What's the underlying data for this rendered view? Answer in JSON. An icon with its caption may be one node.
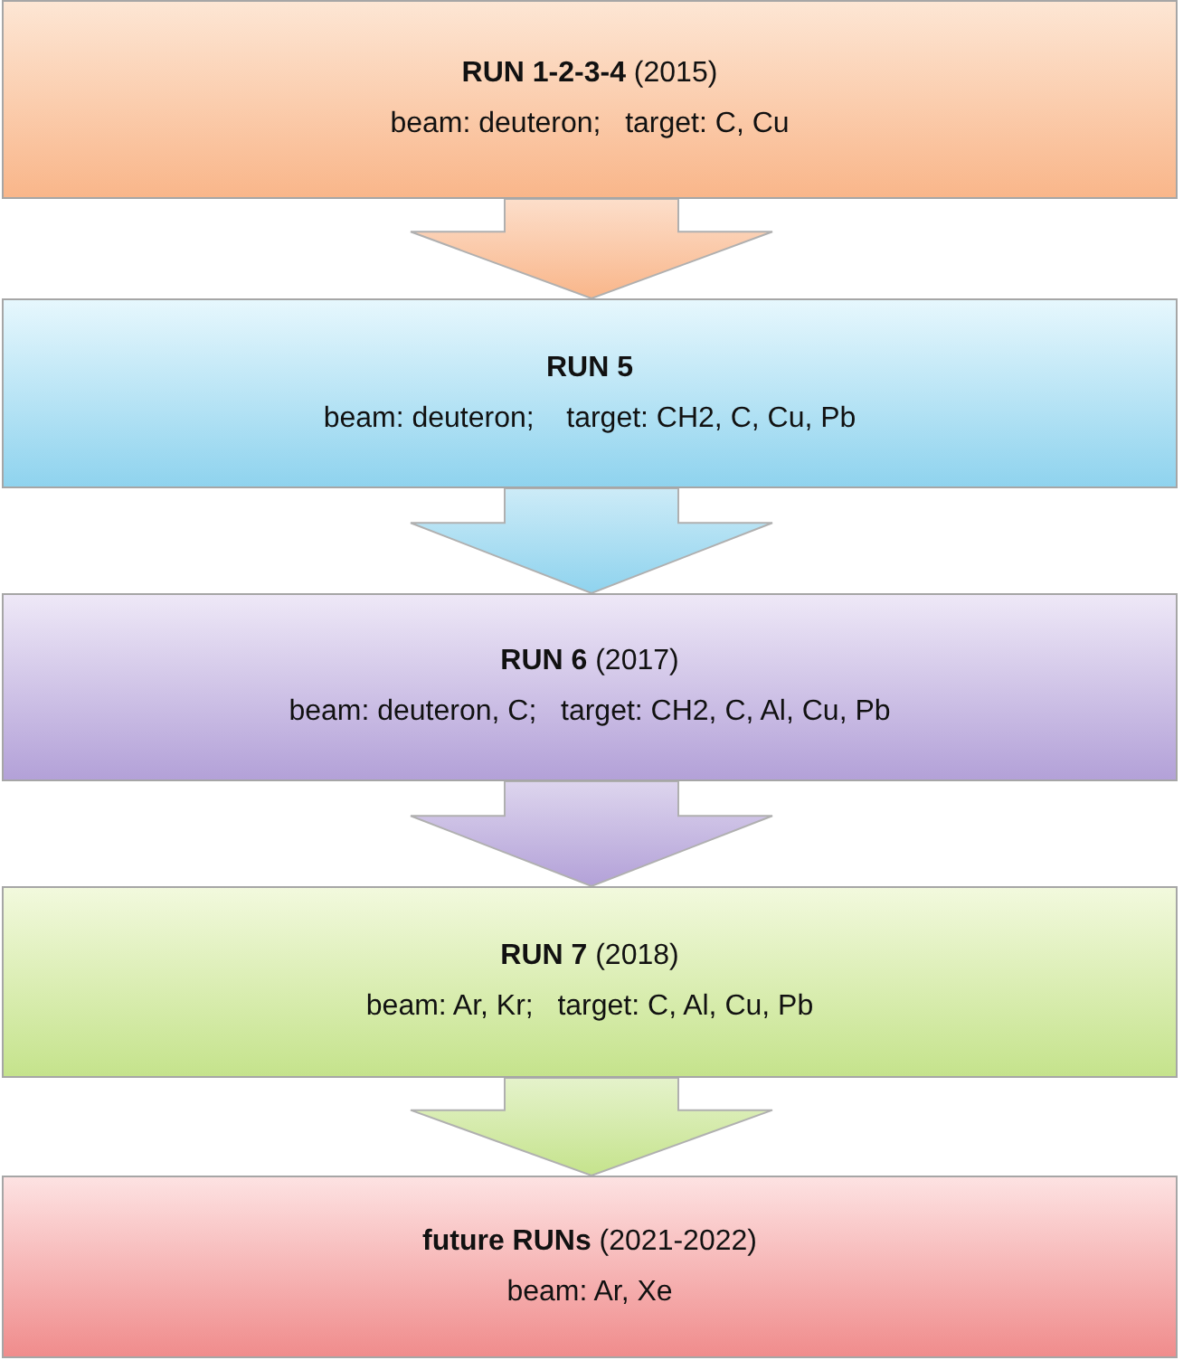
{
  "diagram": {
    "nodes": [
      {
        "text": [
          "**RUN 1-2-3-4** (2015)",
          "beam: deuteron;   target: C, Cu"
        ]
      },
      {
        "text": [
          "RUN 5",
          "beam: deuteron;    target: CH2, C, Cu, Pb"
        ]
      },
      {
        "text": [
          "**RUN 6** (2017)",
          "beam: deuteron, C;   target: CH2, C, Al, Cu, Pb"
        ]
      },
      {
        "text": [
          "**RUN 7** (2018)",
          "beam: Ar, Kr;   target: C, Al, Cu, Pb"
        ]
      },
      {
        "text": [
          "**future RUNs** (2021-2022)",
          "beam: Ar, Xe"
        ]
      }
    ],
    "edges": [
      {
        "from": 0,
        "to": 1,
        "arrow": "to",
        "color": "#f9b68a"
      },
      {
        "from": 1,
        "to": 2,
        "arrow": "to",
        "color": "#8fd3ee"
      },
      {
        "from": 2,
        "to": 3,
        "arrow": "to",
        "color": "#b3a1d8"
      },
      {
        "from": 3,
        "to": 4,
        "arrow": "to",
        "color": "#c5e38c"
      }
    ]
  }
}
